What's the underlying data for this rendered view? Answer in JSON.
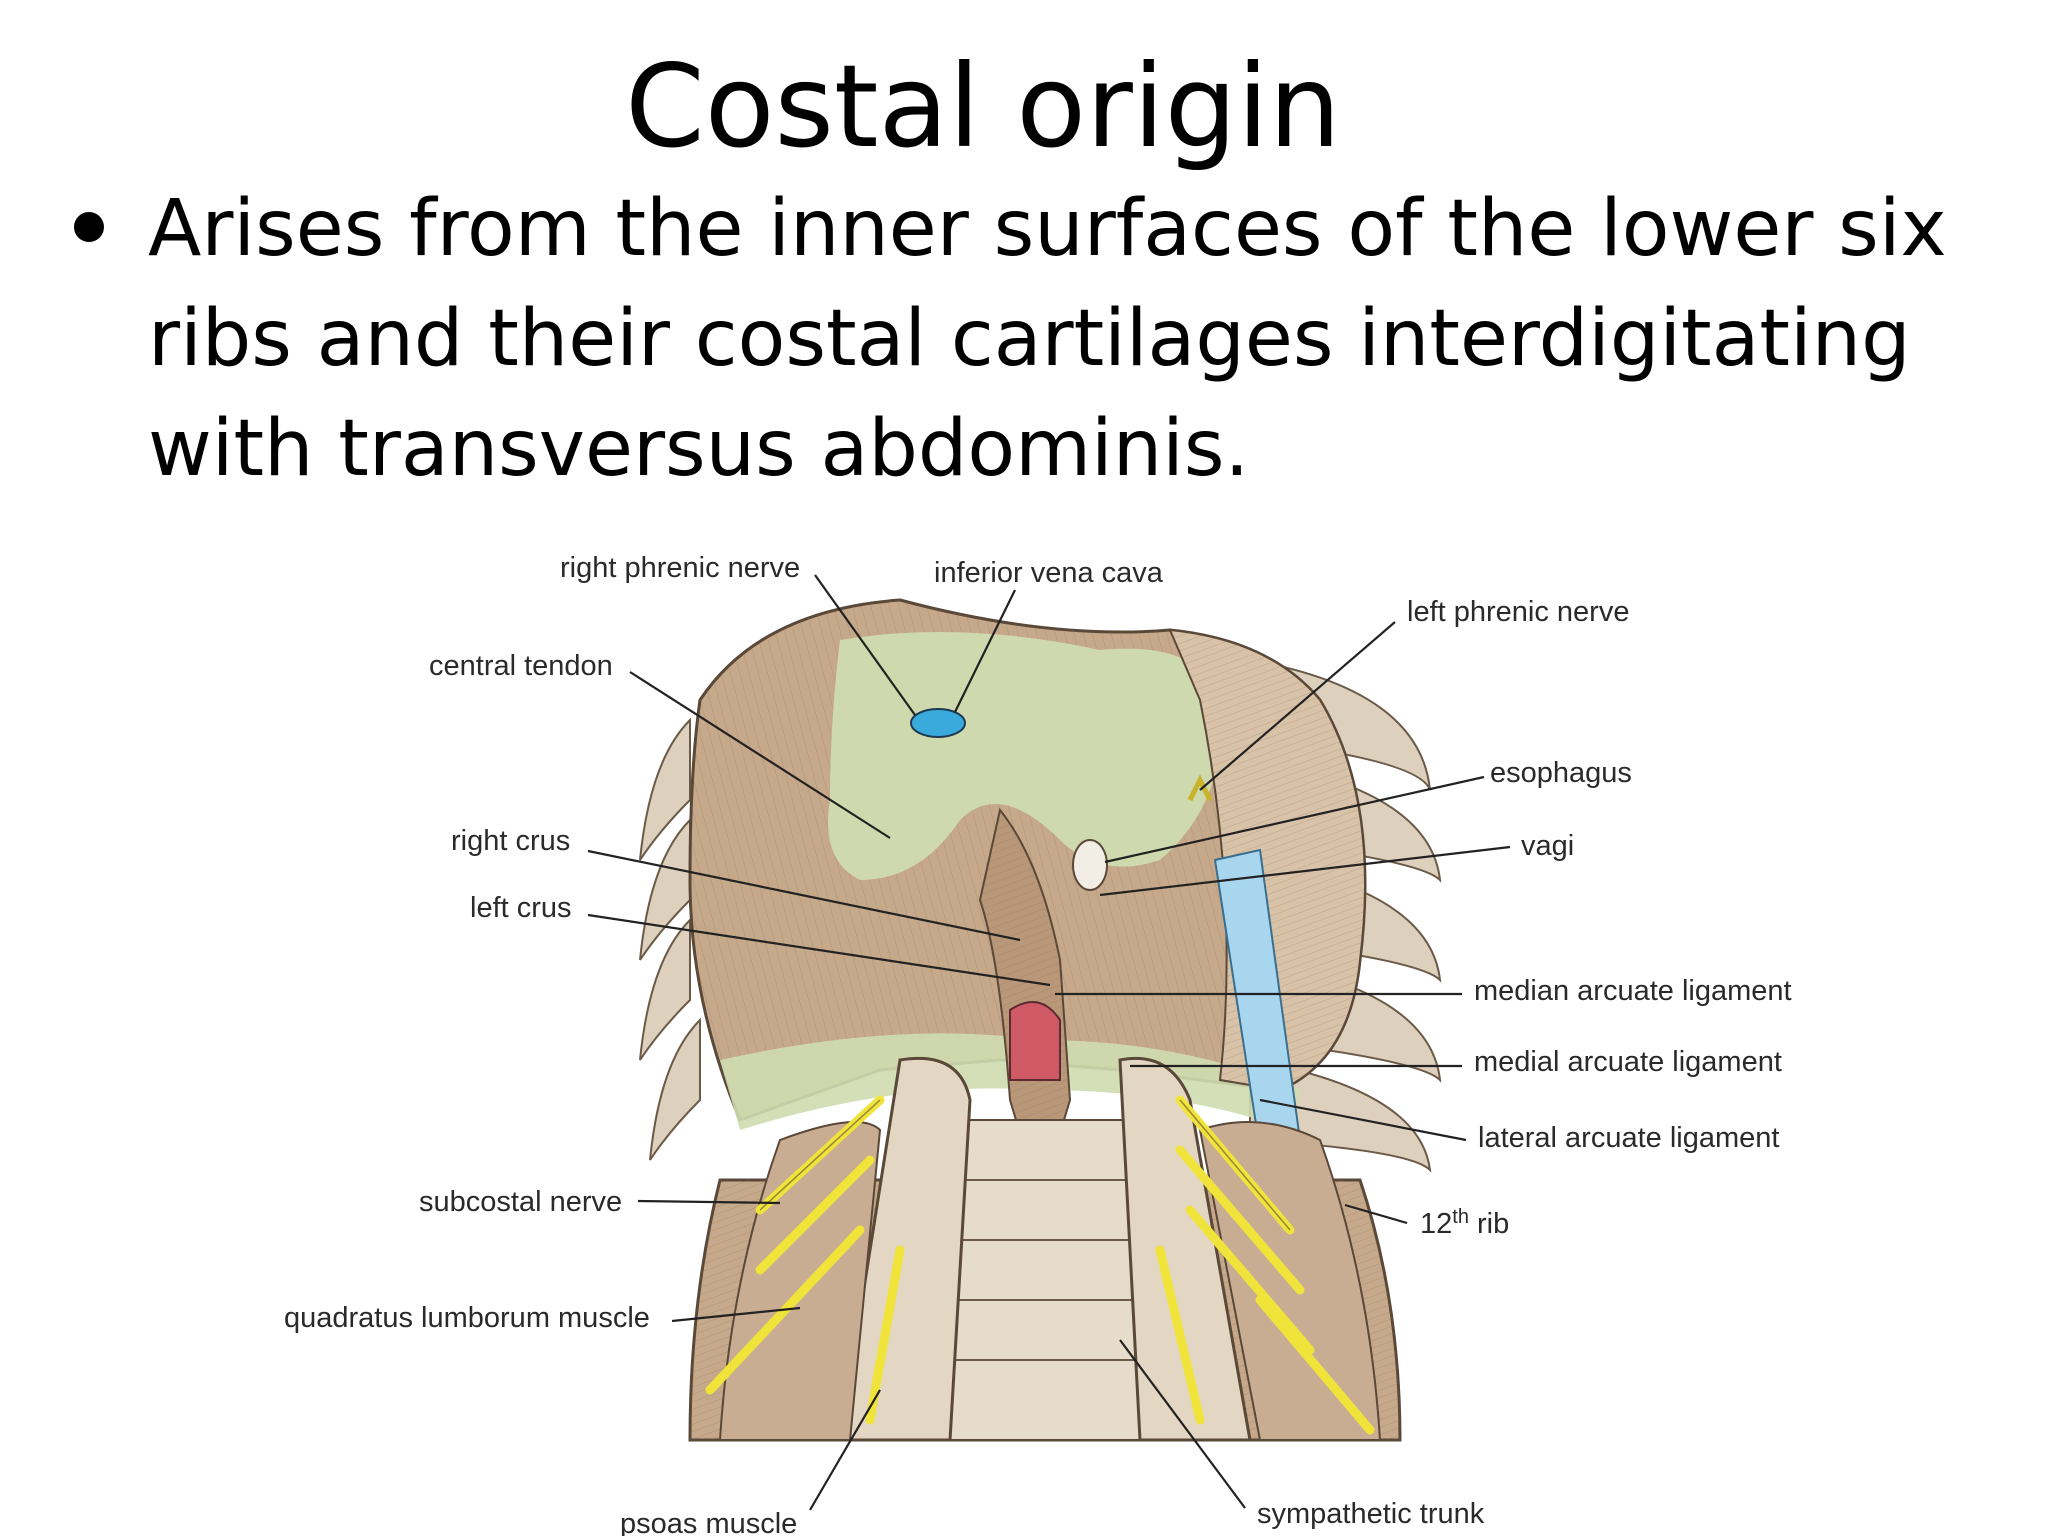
{
  "slide": {
    "title": "Costal origin",
    "bullet_lines": [
      "Arises from the inner surfaces of the lower six",
      "ribs and their costal cartilages interdigitating",
      "with transversus abdominis."
    ]
  },
  "diagram": {
    "labels": {
      "right_phrenic_nerve": "right phrenic nerve",
      "inferior_vena_cava": "inferior vena cava",
      "left_phrenic_nerve": "left phrenic nerve",
      "central_tendon": "central tendon",
      "esophagus": "esophagus",
      "right_crus": "right crus",
      "vagi": "vagi",
      "left_crus": "left crus",
      "median_arcuate_ligament": "median arcuate ligament",
      "medial_arcuate_ligament": "medial arcuate ligament",
      "lateral_arcuate_ligament": "lateral arcuate ligament",
      "subcostal_nerve": "subcostal nerve",
      "twelfth_rib_number": "12",
      "twelfth_rib_sup": "th",
      "twelfth_rib_word": " rib",
      "quadratus_lumborum_muscle": "quadratus lumborum muscle",
      "psoas_muscle": "psoas muscle",
      "sympathetic_trunk": "sympathetic trunk"
    },
    "colors": {
      "muscle": "#c6a88a",
      "tendon": "#cfdcb0",
      "rib": "#ddd0bd",
      "ligament_blue": "#a9d6ef",
      "aorta": "#cf5a66",
      "nerve": "#f0e43a",
      "vena_cava": "#3aa9dc"
    }
  }
}
